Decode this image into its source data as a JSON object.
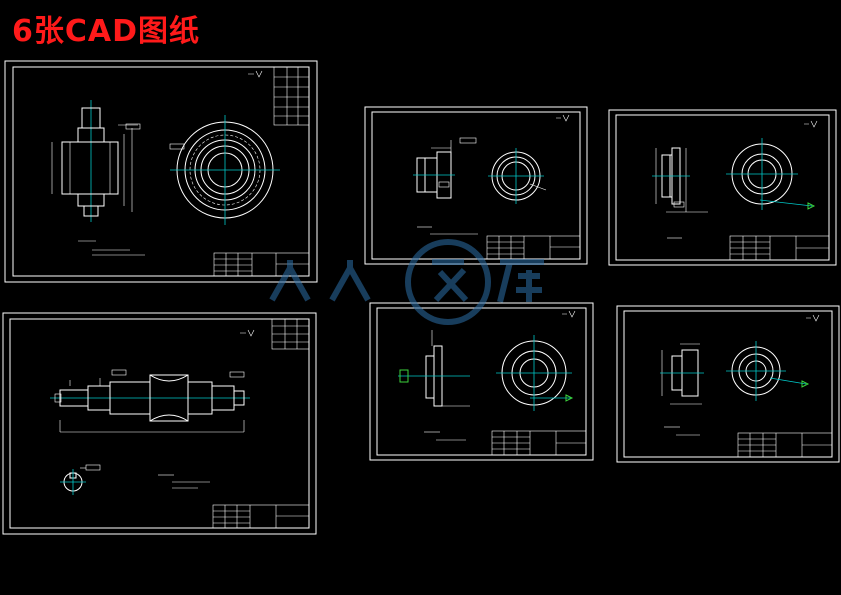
{
  "title": "6张CAD图纸",
  "sheets": [
    {
      "name": "sheet-rotor-shaft"
    },
    {
      "name": "sheet-ring-part-a"
    },
    {
      "name": "sheet-ring-part-b"
    },
    {
      "name": "sheet-long-shaft"
    },
    {
      "name": "sheet-ring-part-c"
    },
    {
      "name": "sheet-ring-part-d"
    }
  ],
  "colors": {
    "background": "#000000",
    "lines": "#ffffff",
    "title": "#ff1a1a",
    "dimension_accent": "#00c8c8",
    "watermark": "#2c6fa8"
  }
}
